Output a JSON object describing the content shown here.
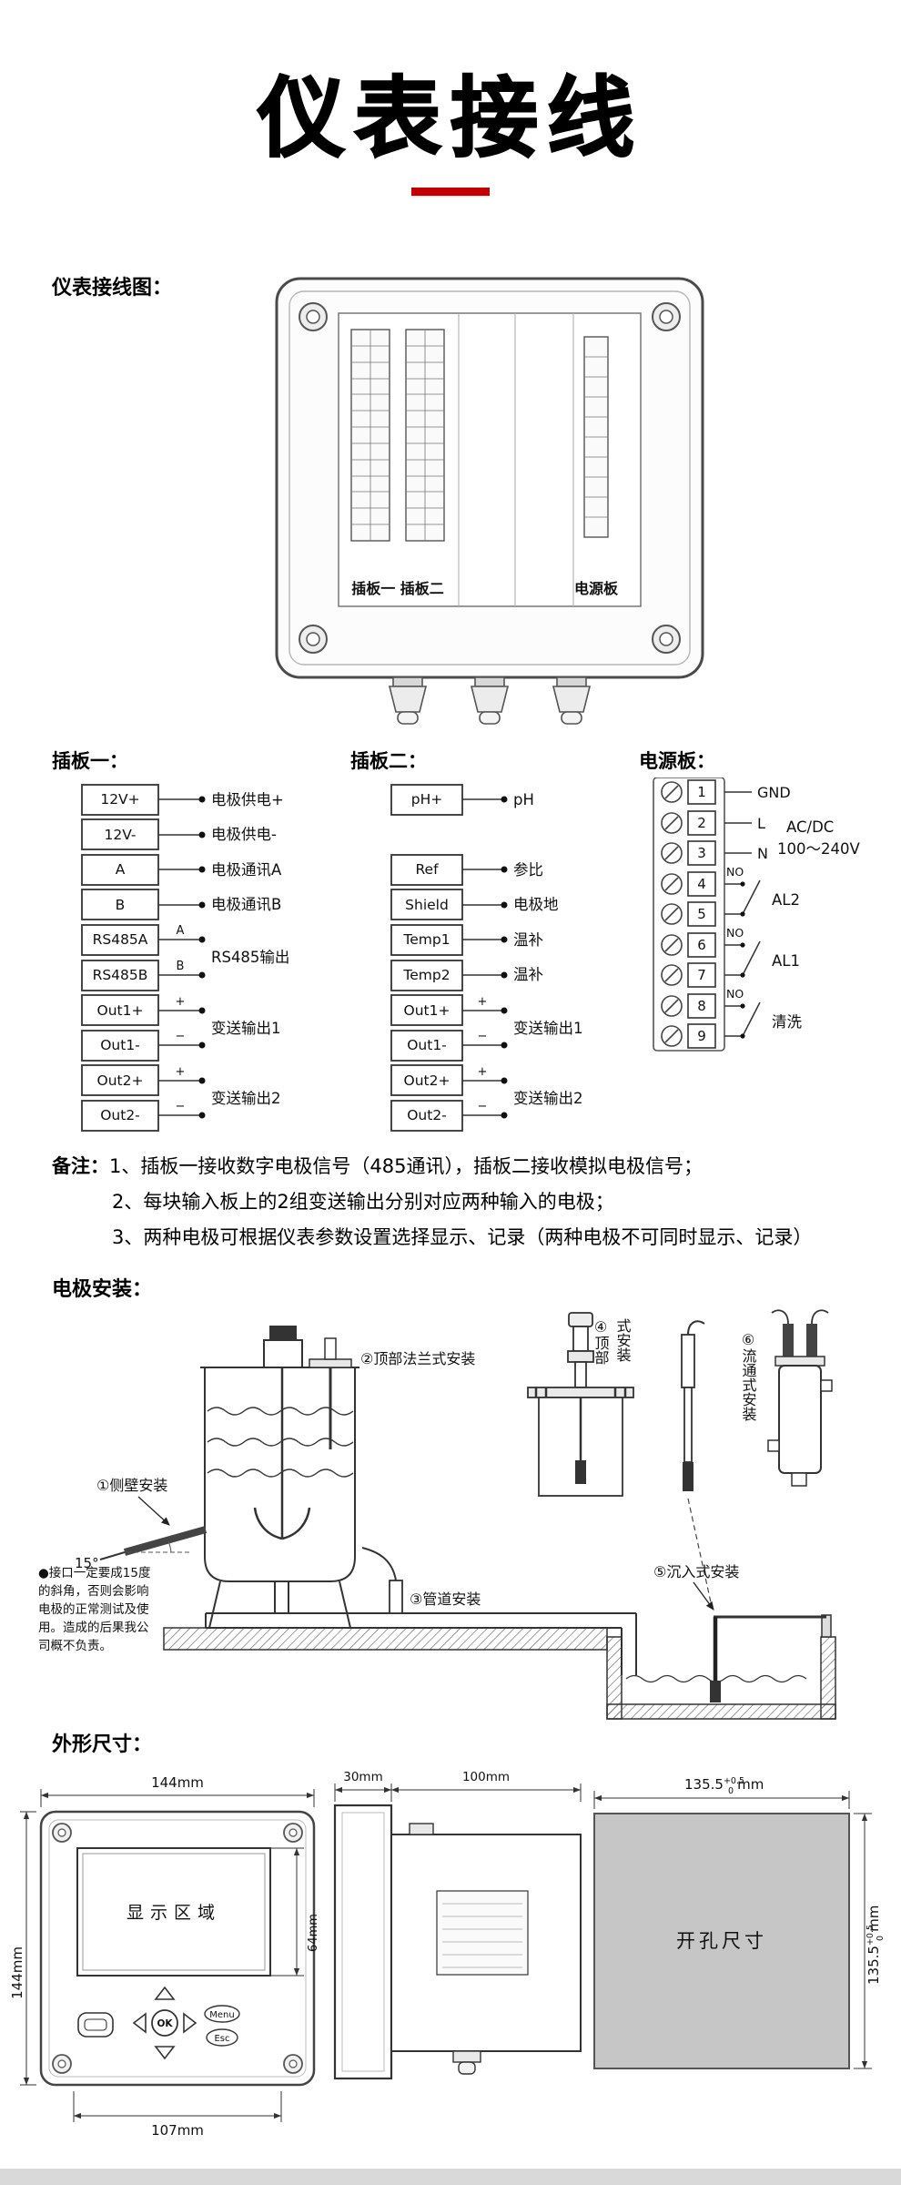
{
  "page": {
    "title": "仪表接线",
    "accent_color": "#c00000"
  },
  "section_labels": {
    "wiring": "仪表接线图：",
    "board1": "插板一：",
    "board2": "插板二：",
    "power": "电源板：",
    "install": "电极安装：",
    "dims": "外形尺寸："
  },
  "device": {
    "boards_label": "插板一 插板二",
    "power_label": "电源板"
  },
  "board1": {
    "terminals": [
      "12V+",
      "12V-",
      "A",
      "B",
      "RS485A",
      "RS485B",
      "Out1+",
      "Out1-",
      "Out2+",
      "Out2-"
    ],
    "row_labels": [
      "电极供电+",
      "电极供电-",
      "电极通讯A",
      "电极通讯B"
    ],
    "group_labels": [
      "RS485输出",
      "变送输出1",
      "变送输出2"
    ],
    "wire_marks": [
      "A",
      "B",
      "+",
      "−",
      "+",
      "−"
    ]
  },
  "board2": {
    "terminals": [
      "pH+",
      "Ref",
      "Shield",
      "Temp1",
      "Temp2",
      "Out1+",
      "Out1-",
      "Out2+",
      "Out2-"
    ],
    "row_labels": [
      "pH",
      "参比",
      "电极地",
      "温补",
      "温补"
    ],
    "group_labels": [
      "变送输出1",
      "变送输出2"
    ],
    "wire_marks": [
      "+",
      "−",
      "+",
      "−"
    ]
  },
  "power_board": {
    "terminals": [
      "1",
      "2",
      "3",
      "4",
      "5",
      "6",
      "7",
      "8",
      "9"
    ],
    "top_labels": [
      "GND",
      "L",
      "N"
    ],
    "supply": [
      "AC/DC",
      "100～240V"
    ],
    "no_label": "NO",
    "relay_labels": [
      "AL2",
      "AL1",
      "清洗"
    ]
  },
  "notes": {
    "label": "备注：",
    "items": [
      "1、插板一接收数字电极信号（485通讯），插板二接收模拟电极信号；",
      "2、每块输入板上的2组变送输出分别对应两种输入的电极；",
      "3、两种电极可根据仪表参数设置选择显示、记录（两种电极不可同时显示、记录）"
    ]
  },
  "install": {
    "callouts": {
      "side": "①侧壁安装",
      "angle": "15°",
      "top_flange": "②顶部法兰式安装",
      "pipe": "③管道安装",
      "top_col1": "④顶部",
      "top_col2": "式安装",
      "submerge": "⑤沉入式安装",
      "flow": "⑥流通式安装"
    },
    "warning_lines": [
      "●接口一定要成15度",
      "的斜角，否则会影响",
      "电极的正常测试及使",
      "用。造成的后果我公",
      "司概不负责。"
    ]
  },
  "dimensions": {
    "front": {
      "width": "144mm",
      "height": "144mm",
      "bottom": "107mm",
      "display_height": "64mm",
      "display_label": "显示区域",
      "buttons": {
        "ok": "OK",
        "menu": "Menu",
        "esc": "Esc"
      }
    },
    "side": {
      "bezel": "30mm",
      "body": "100mm"
    },
    "cutout": {
      "label": "开孔尺寸",
      "value": "135.5",
      "tol_plus": "+0.5",
      "tol_minus": "0",
      "unit": "mm"
    }
  }
}
